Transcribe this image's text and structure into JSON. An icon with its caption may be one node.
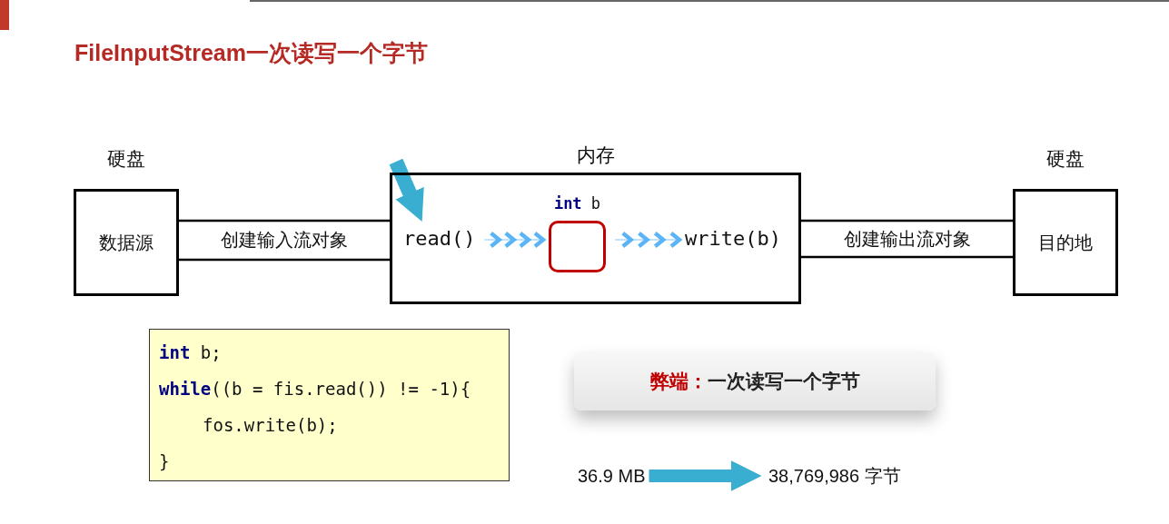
{
  "diagram": {
    "title": "FileInputStream一次读写一个字节",
    "nodes": [
      {
        "text": [
          "硬盘",
          "数据源"
        ]
      },
      {
        "text": [
          "内存"
        ]
      },
      {
        "text": [
          "read()"
        ],
        "in": 1
      },
      {
        "text": [],
        "shape": "box",
        "in": 1,
        "beside": [
          "**int** b"
        ]
      },
      {
        "text": [
          "write(b)"
        ],
        "in": 1
      },
      {
        "text": [
          "硬盘",
          "目的地"
        ]
      },
      {
        "text": [
          "36.9 MB"
        ]
      },
      {
        "text": [
          "38,769,986 字节"
        ]
      },
      {
        "text": [
          "**int** b;",
          "**while**((b = fis.read()) != -1){",
          "fos.write(b);",
          "}"
        ]
      },
      {
        "text": [
          "弊端：",
          "一次读写一个字节"
        ]
      }
    ],
    "edges": [
      {
        "from": 0,
        "to": 1,
        "arrow": "none",
        "label": "创建输入流对象"
      },
      {
        "from": 1,
        "to": 5,
        "arrow": "none",
        "label": "创建输出流对象"
      },
      {
        "from": 2,
        "to": 3,
        "arrow": "to",
        "color": "#5ab4f5"
      },
      {
        "from": 3,
        "to": 4,
        "arrow": "to",
        "color": "#5ab4f5"
      },
      {
        "from": null,
        "to": 2,
        "arrow": "to",
        "style": "thick",
        "color": "#3aaed0"
      },
      {
        "from": 6,
        "to": 7,
        "arrow": "to",
        "style": "thick",
        "color": "#3aaed0"
      }
    ]
  }
}
